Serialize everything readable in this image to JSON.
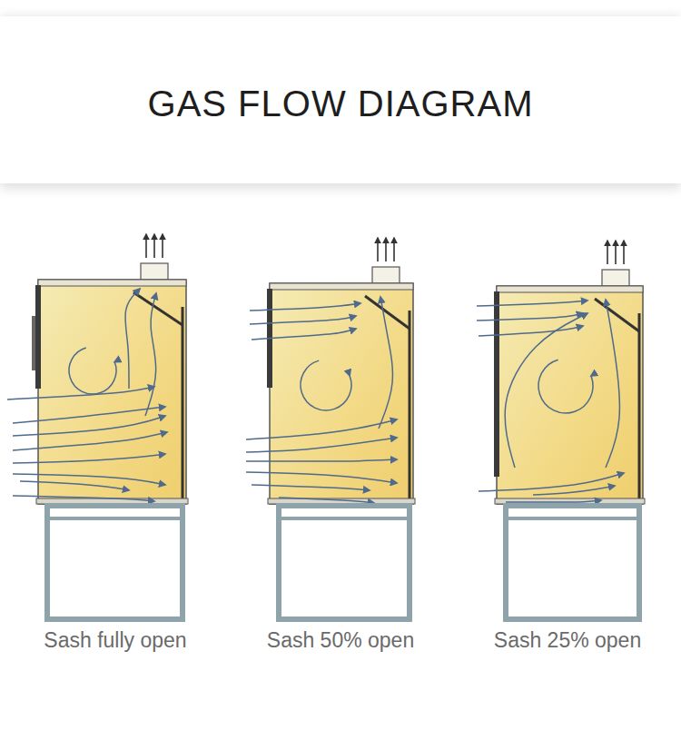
{
  "diagram": {
    "title": "GAS FLOW DIAGRAM",
    "labels": [
      "Sash fully open",
      "Sash 50% open",
      "Sash 25% open"
    ]
  }
}
